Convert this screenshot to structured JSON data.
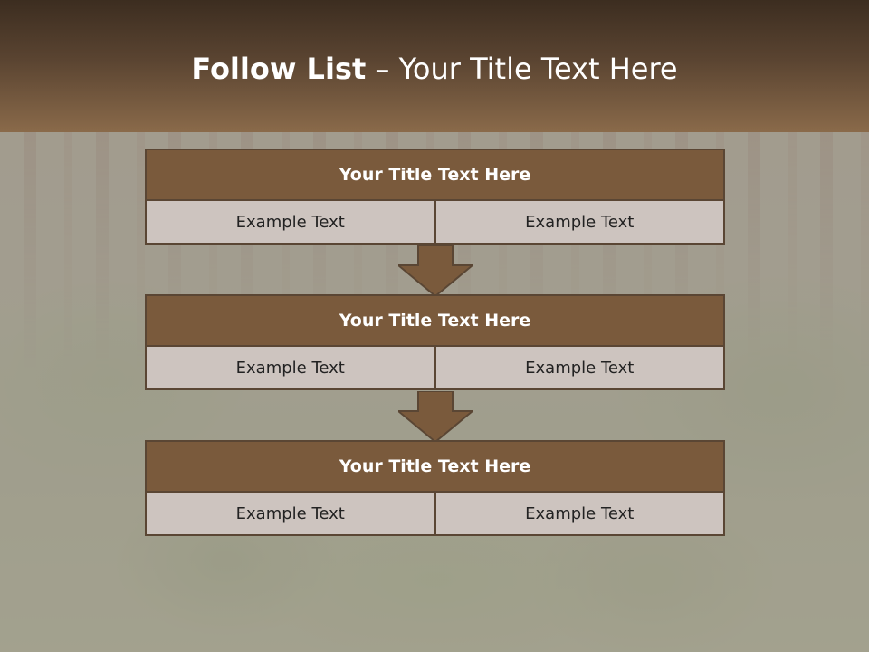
{
  "slide": {
    "title_bold": "Follow List",
    "title_rest": " – Your Title Text Here"
  },
  "steps": [
    {
      "title": "Your Title Text Here",
      "left": "Example Text",
      "right": "Example Text"
    },
    {
      "title": "Your Title Text Here",
      "left": "Example Text",
      "right": "Example Text"
    },
    {
      "title": "Your Title Text Here",
      "left": "Example Text",
      "right": "Example Text"
    }
  ],
  "colors": {
    "header_dark": "#3c2d20",
    "header_light": "#8a6a4a",
    "block_title_fill": "#7a5a3c",
    "block_border": "#5a4634",
    "cell_fill": "#cdc4bf",
    "arrow_fill": "#7a5a3c"
  }
}
